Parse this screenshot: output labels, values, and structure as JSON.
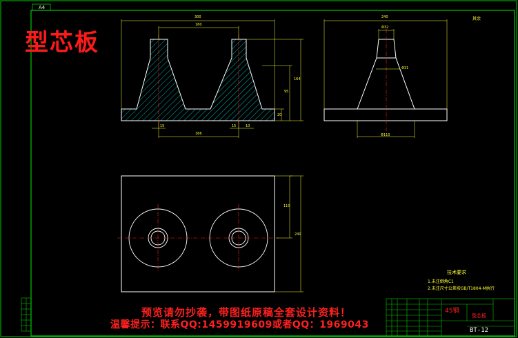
{
  "drawing": {
    "sheet_size": "A4",
    "title": "型芯板",
    "corner_mark": "其余",
    "tech_requirements": {
      "title": "技术要求",
      "items": [
        "1.未注倒角C1",
        "2.未注尺寸公差按GB/T1804-M执行"
      ]
    },
    "title_block": {
      "material": "45钢",
      "part_name": "型芯板",
      "drawing_no": "BT-12"
    },
    "watermark": {
      "line1": "预览请勿抄袭，带图纸原稿全套设计资料！",
      "line2": "温馨提示：联系QQ:1459919609或者QQ：1969043"
    },
    "dimensions": {
      "front_overall_width": "300",
      "front_top_span": "160",
      "front_height_outer": "164",
      "front_height_inner": "95",
      "front_base_thickness": "20",
      "front_small_left": "15",
      "front_small_mid": "15",
      "front_small_right": "10",
      "front_bottom_span": "166",
      "side_overall_width": "240",
      "side_top_dia": "Φ32",
      "side_mid_dia": "Φ31",
      "side_bottom_dia": "Φ110",
      "plan_half_height": "110",
      "plan_total_height": "240"
    }
  }
}
